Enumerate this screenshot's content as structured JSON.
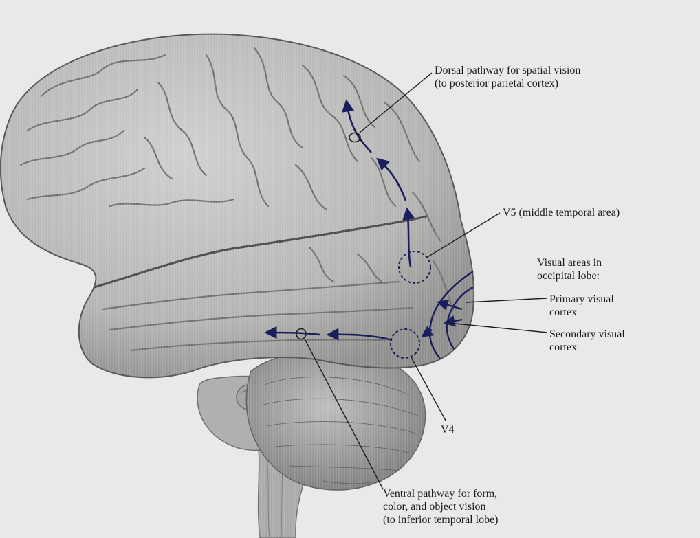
{
  "labels": {
    "dorsal": [
      "Dorsal pathway for spatial vision",
      "(to posterior parietal cortex)"
    ],
    "v5": [
      "V5 (middle temporal area)"
    ],
    "occipital": [
      "Visual areas in",
      "occipital lobe:"
    ],
    "primary": [
      "Primary visual",
      "cortex"
    ],
    "secondary": [
      "Secondary visual",
      "cortex"
    ],
    "v4": [
      "V4"
    ],
    "ventral": [
      "Ventral pathway for form,",
      "color, and object vision",
      "(to inferior temporal lobe)"
    ]
  },
  "colors": {
    "pathway": "#1a1f5c",
    "leader": "#1c1c1c",
    "brain_fill": "#bdbdbb",
    "brain_shadow": "#8c8c8a",
    "background": "#e9e9e8"
  }
}
